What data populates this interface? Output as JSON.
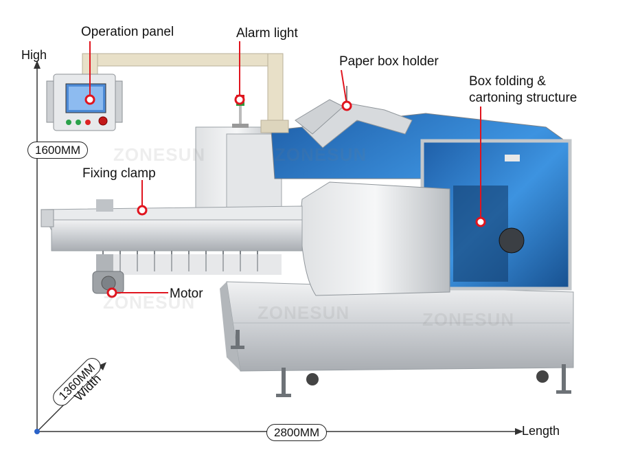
{
  "callouts": {
    "operation_panel": "Operation panel",
    "alarm_light": "Alarm light",
    "paper_box_holder": "Paper box holder",
    "box_folding_line1": "Box folding &",
    "box_folding_line2": "cartoning structure",
    "fixing_clamp": "Fixing clamp",
    "motor": "Motor"
  },
  "dimensions": {
    "height_axis": "High",
    "height_value": "1600MM",
    "width_value": "1360MM",
    "width_axis": "Width",
    "length_value": "2800MM",
    "length_axis": "Length"
  },
  "watermark": "ZONESUN",
  "colors": {
    "callout_red": "#e0141e",
    "axis_blue": "#2a62c8",
    "steel": "#c9ccd0",
    "glass_blue": "#2e7fd0"
  }
}
